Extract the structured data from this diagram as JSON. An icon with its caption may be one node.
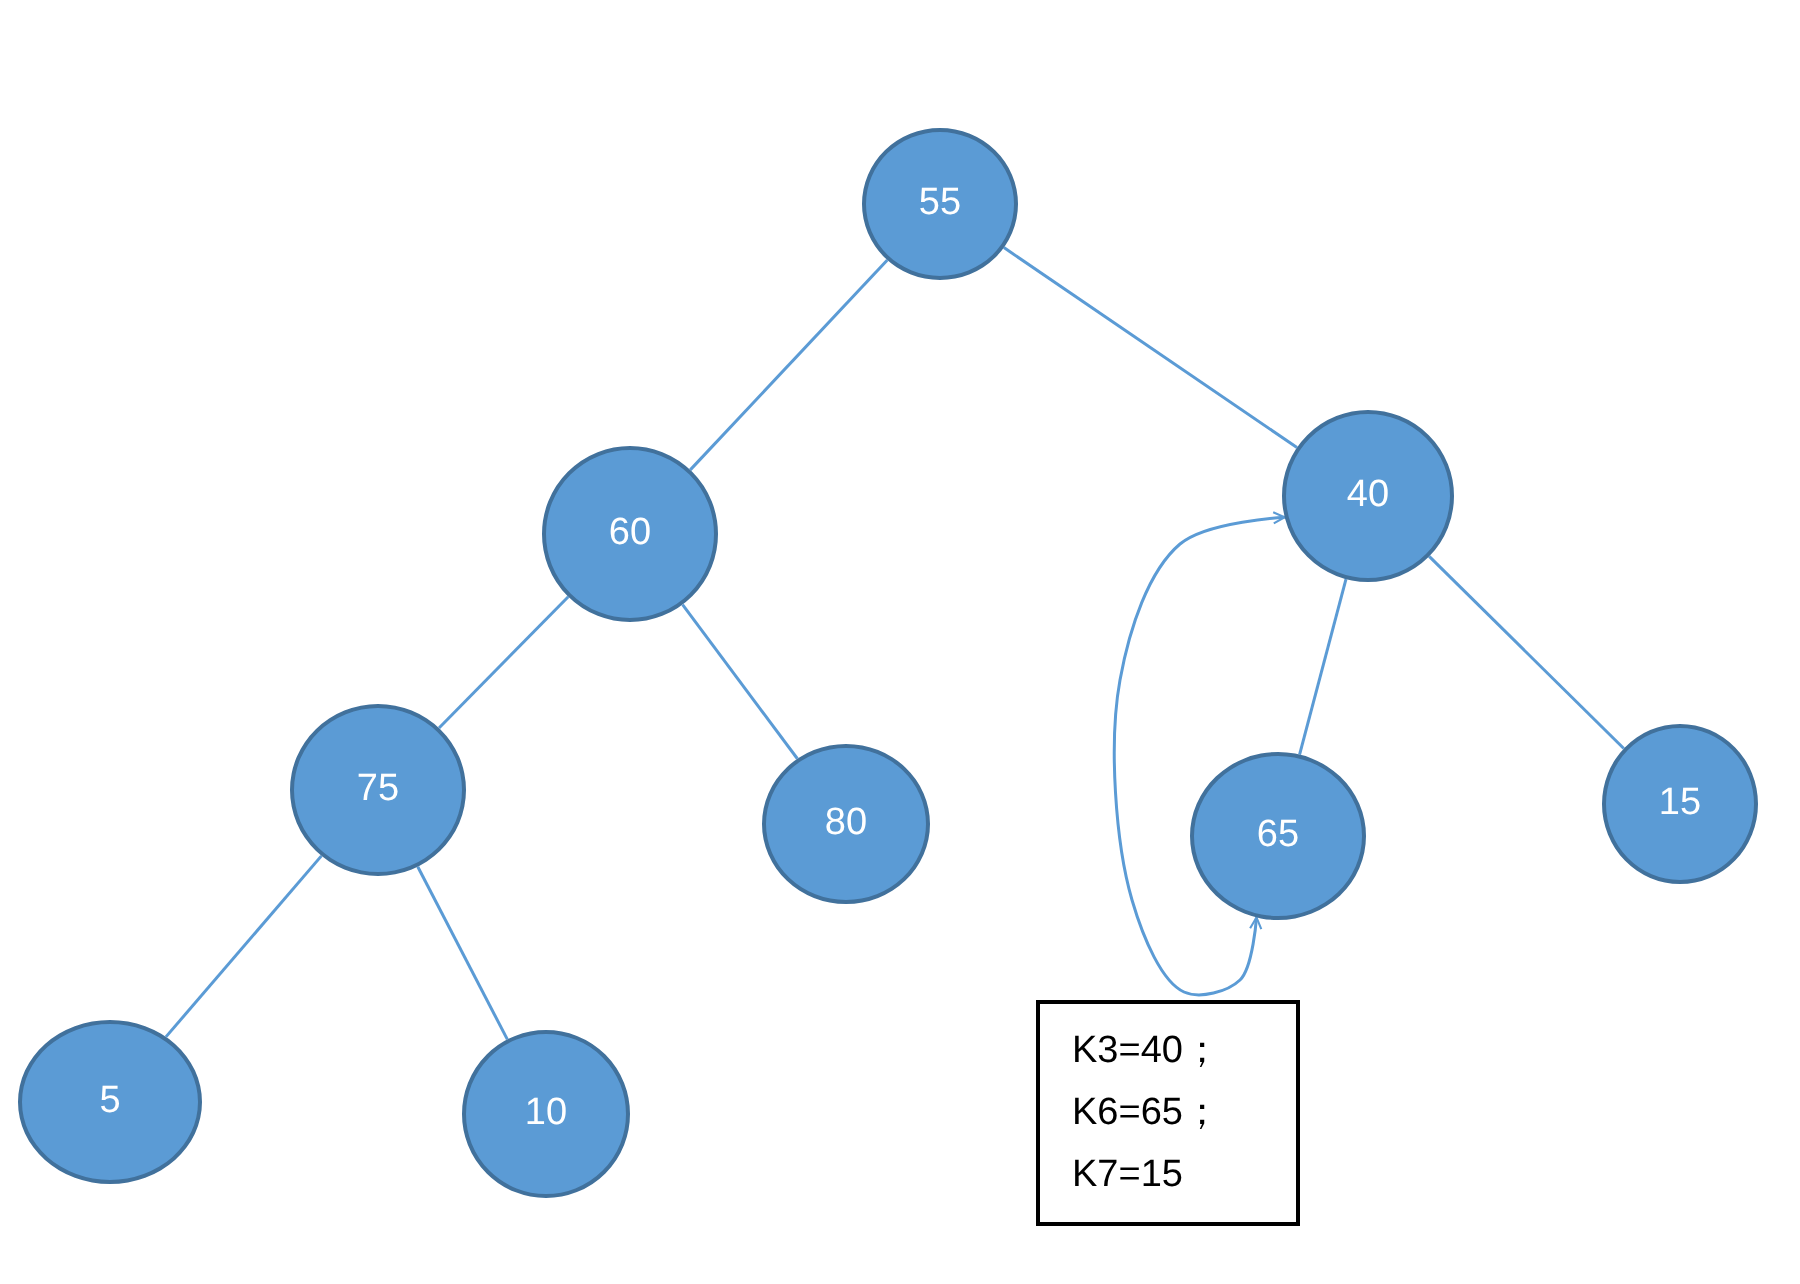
{
  "diagram": {
    "nodes": [
      {
        "text": [
          "55"
        ]
      },
      {
        "text": [
          "60"
        ]
      },
      {
        "text": [
          "40"
        ]
      },
      {
        "text": [
          "75"
        ]
      },
      {
        "text": [
          "80"
        ]
      },
      {
        "text": [
          "65"
        ]
      },
      {
        "text": [
          "15"
        ]
      },
      {
        "text": [
          "5"
        ]
      },
      {
        "text": [
          "10"
        ]
      },
      {
        "text": [
          "K3=40；",
          "K6=65；",
          "K7=15"
        ]
      }
    ],
    "edges": [
      {
        "from": 0,
        "to": 1,
        "arrow": "none"
      },
      {
        "from": 0,
        "to": 2,
        "arrow": "none"
      },
      {
        "from": 1,
        "to": 3,
        "arrow": "none"
      },
      {
        "from": 1,
        "to": 4,
        "arrow": "none"
      },
      {
        "from": 2,
        "to": 5,
        "arrow": "none"
      },
      {
        "from": 2,
        "to": 6,
        "arrow": "none"
      },
      {
        "from": 3,
        "to": 7,
        "arrow": "none"
      },
      {
        "from": 3,
        "to": 8,
        "arrow": "none"
      },
      {
        "from": 5,
        "to": 2,
        "arrow": "both"
      }
    ]
  }
}
